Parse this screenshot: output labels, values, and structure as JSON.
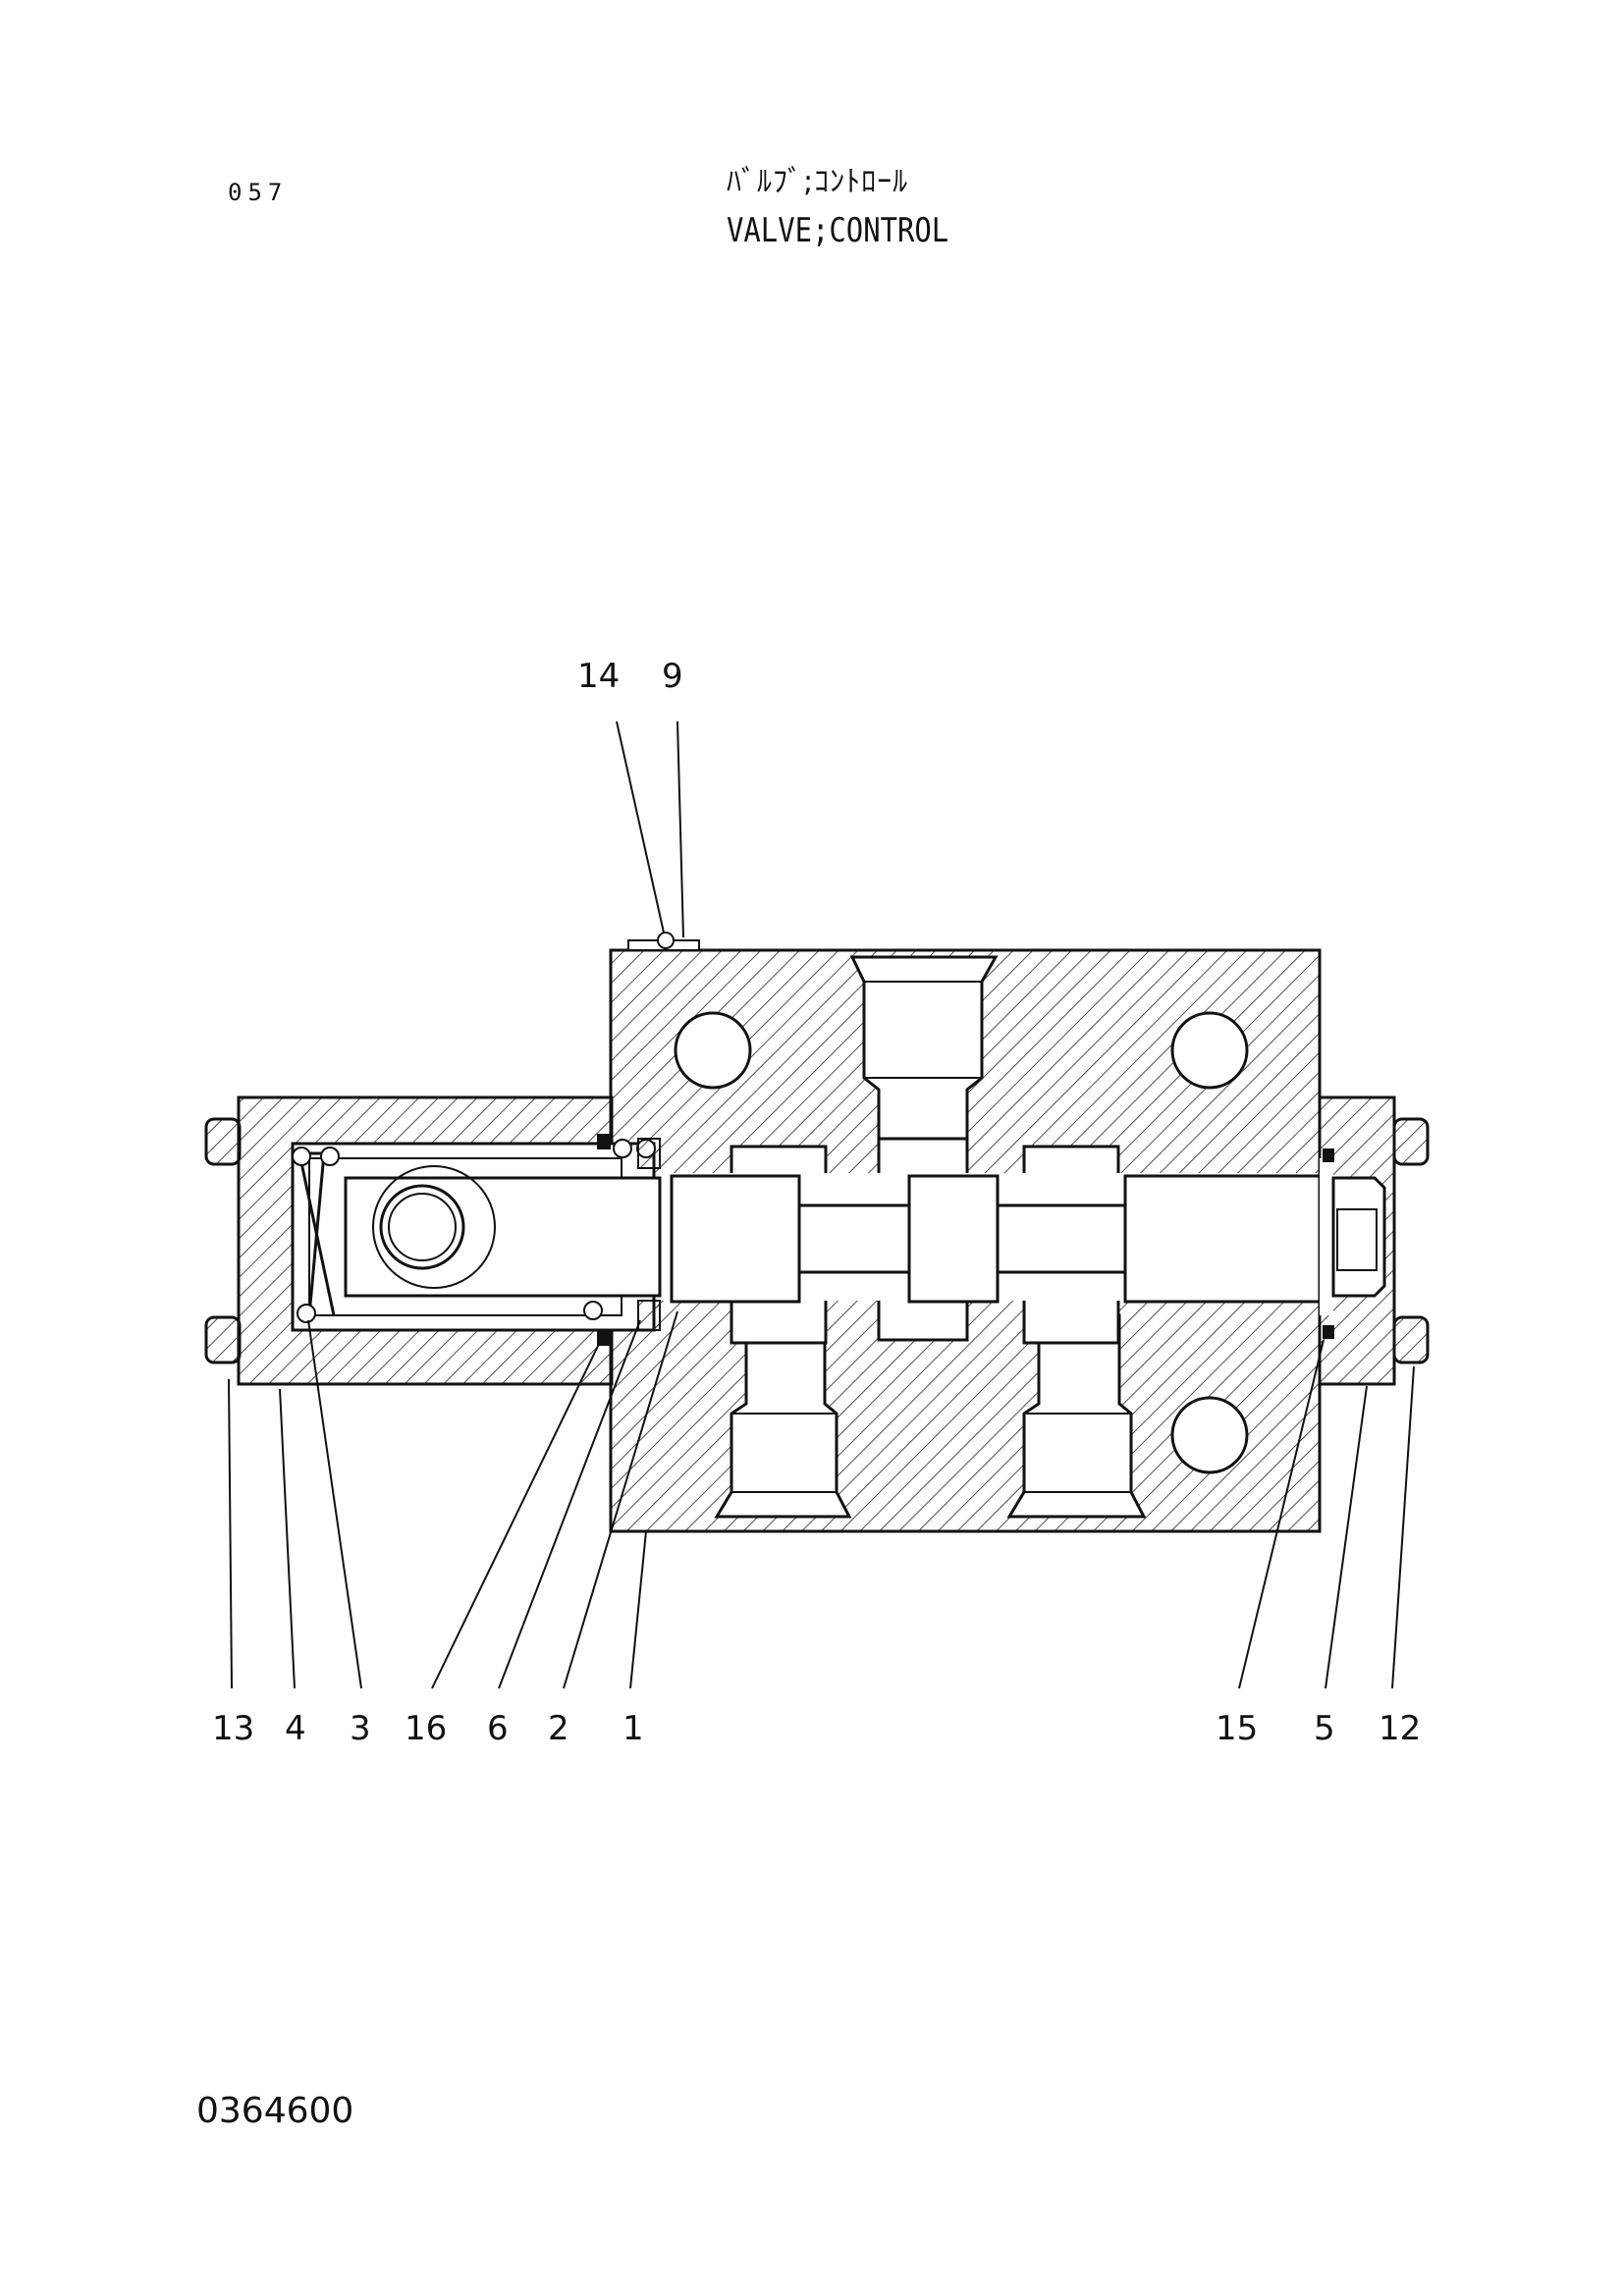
{
  "header": {
    "page_number": "057",
    "title_jp": "ﾊﾞﾙﾌﾞ;ｺﾝﾄﾛｰﾙ",
    "title_en": "VALVE;CONTROL"
  },
  "footer": {
    "drawing_number": "0364600"
  },
  "callouts": {
    "c14": "14",
    "c9": "9",
    "c13": "13",
    "c4": "4",
    "c3": "3",
    "c16": "16",
    "c6": "6",
    "c2": "2",
    "c1": "1",
    "c15": "15",
    "c5": "5",
    "c12": "12"
  }
}
